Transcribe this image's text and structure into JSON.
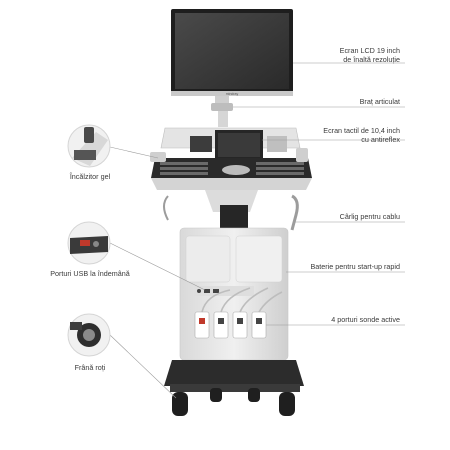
{
  "callouts": {
    "lcd": {
      "line1": "Ecran LCD 19 inch",
      "line2": "de înaltă rezoluție"
    },
    "arm": "Braț articulat",
    "touch": {
      "line1": "Ecran tactil de 10,4 inch",
      "line2": "cu antireflex"
    },
    "cable": "Cârlig pentru cablu",
    "battery": "Baterie pentru start-up rapid",
    "probes": "4 porturi sonde active",
    "gel": "Încălzitor gel",
    "usb": "Porturi USB la îndemână",
    "brake": "Frână roți"
  },
  "monitor": {
    "brand": "mindray"
  },
  "colors": {
    "body": "#e6e6e6",
    "dark": "#2b2b2b",
    "line": "#9a9a9a",
    "screen": "#333333"
  }
}
